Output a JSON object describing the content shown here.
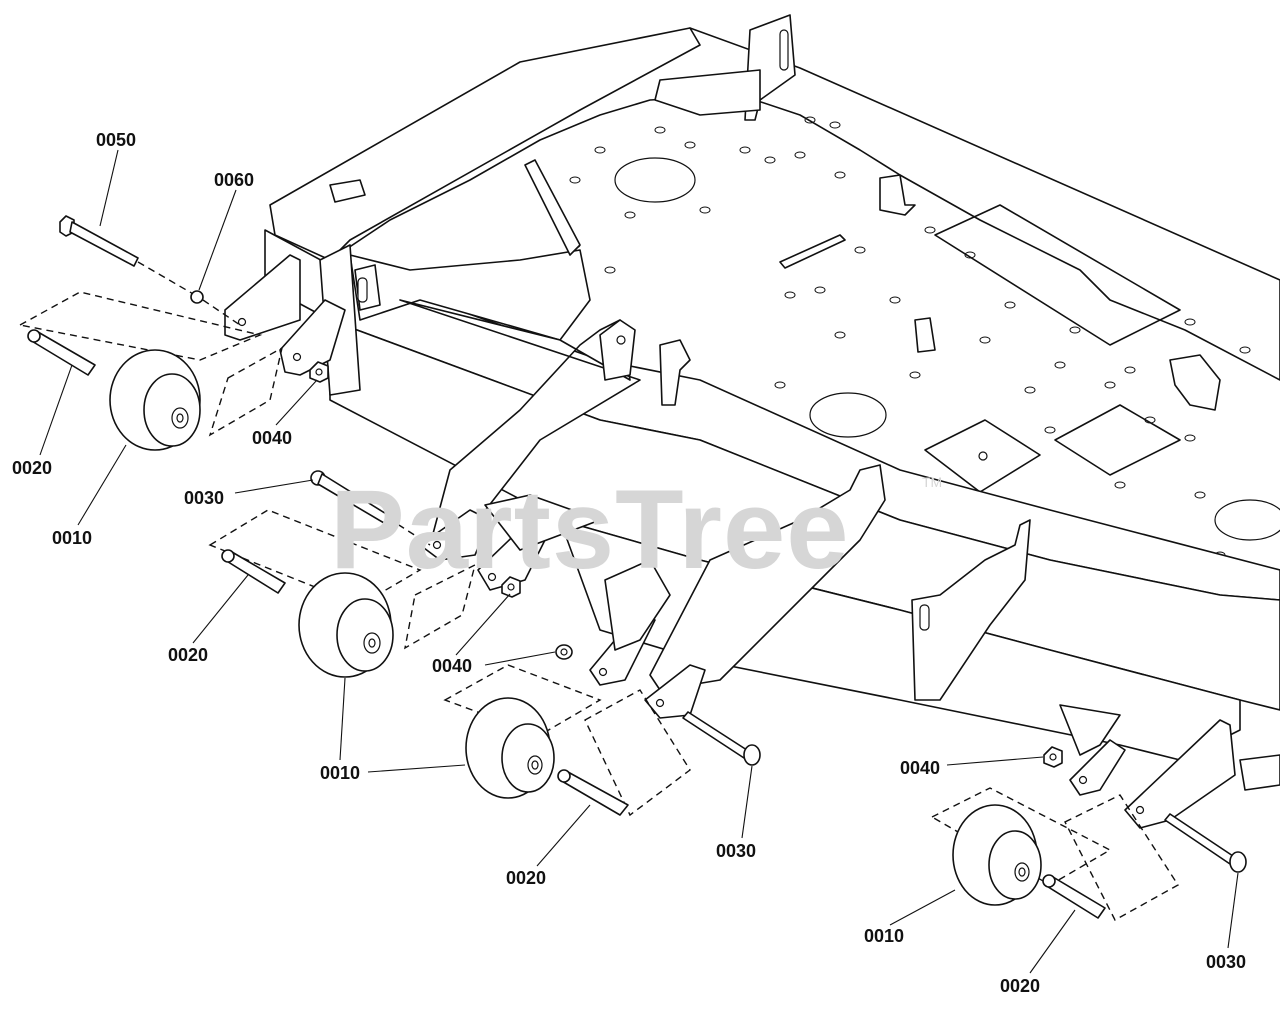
{
  "watermark": {
    "text": "PartsTree",
    "trademark": "TM"
  },
  "callouts": {
    "c0050": "0050",
    "c0060": "0060",
    "c0040a": "0040",
    "c0020a": "0020",
    "c0010a": "0010",
    "c0030a": "0030",
    "c0020b": "0020",
    "c0040b": "0040",
    "c0010b": "0010",
    "c0020c": "0020",
    "c0030b": "0030",
    "c0040c": "0040",
    "c0010c": "0010",
    "c0020d": "0020",
    "c0030c": "0030"
  }
}
